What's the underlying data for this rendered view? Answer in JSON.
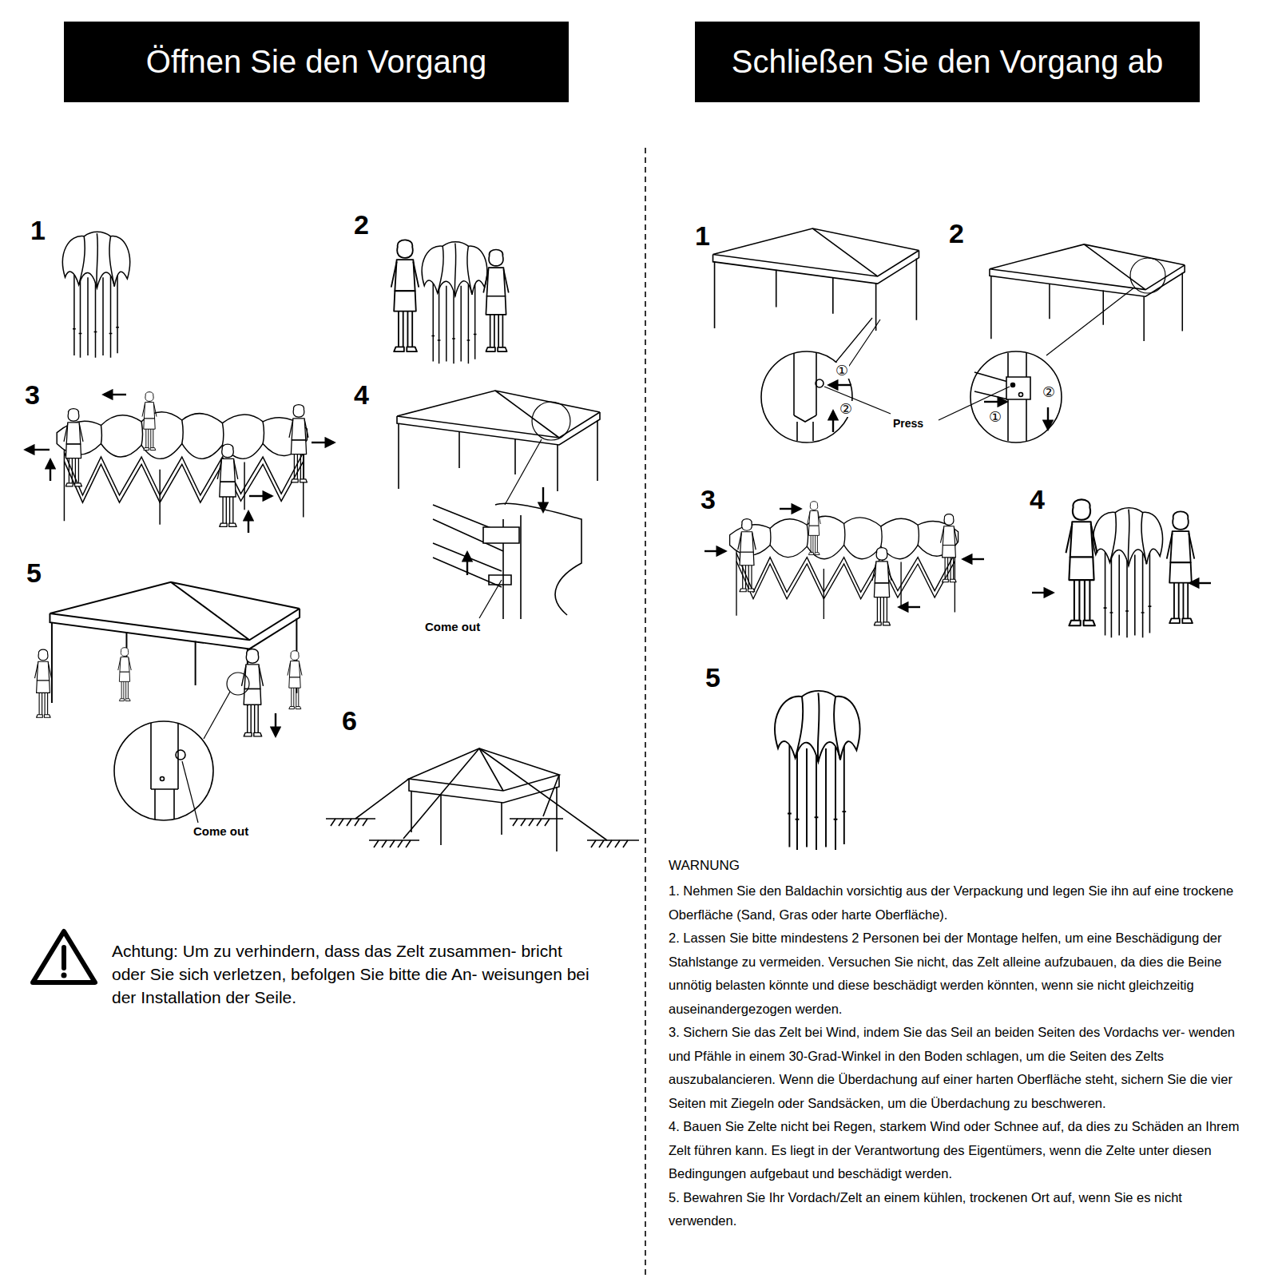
{
  "diagram": {
    "nodes": [
      {
        "text": [
          "Öffnen Sie den Vorgang"
        ]
      },
      {
        "text": [
          "Schließen Sie den Vorgang ab"
        ]
      }
    ],
    "labels": [
      "1",
      "2",
      "3",
      "4",
      "5",
      "6",
      "Come out",
      "Come out",
      "Achtung: Um zu verhindern, dass das Zelt zusammen- bricht oder Sie sich verletzen, befolgen Sie bitte die An- weisungen bei der Installation der Seile.",
      "1",
      "2",
      "①",
      "②",
      "Press",
      "②",
      "①",
      "3",
      "4",
      "5",
      "WARNUNG",
      "1. Nehmen Sie den Baldachin vorsichtig aus der Verpackung und legen Sie ihn auf eine trockene Oberfläche (Sand, Gras oder harte Oberfläche).",
      "2. Lassen Sie bitte mindestens 2 Personen bei der Montage helfen, um eine Beschädigung der Stahlstange zu vermeiden. Versuchen Sie nicht, das Zelt alleine aufzubauen, da dies die Beine unnötig belasten könnte und diese beschädigt werden könnten, wenn sie nicht gleichzeitig auseinandergezogen werden.",
      "3. Sichern Sie das Zelt bei Wind, indem Sie das Seil an beiden Seiten des Vordachs ver- wenden und Pfähle in einem 30-Grad-Winkel in den Boden schlagen, um die Seiten des Zelts auszubalancieren. Wenn die Überdachung auf einer harten Oberfläche steht, sichern Sie die vier Seiten mit Ziegeln oder Sandsäcken, um die Überdachung zu beschweren.",
      "4. Bauen Sie Zelte nicht bei Regen, starkem Wind oder Schnee auf, da dies zu Schäden an Ihrem Zelt führen kann. Es liegt in der Verantwortung des Eigentümers, wenn die Zelte unter diesen Bedingungen aufgebaut und beschädigt werden.",
      "5. Bewahren Sie Ihr Vordach/Zelt an einem kühlen, trockenen Ort auf, wenn Sie es nicht verwenden."
    ]
  }
}
